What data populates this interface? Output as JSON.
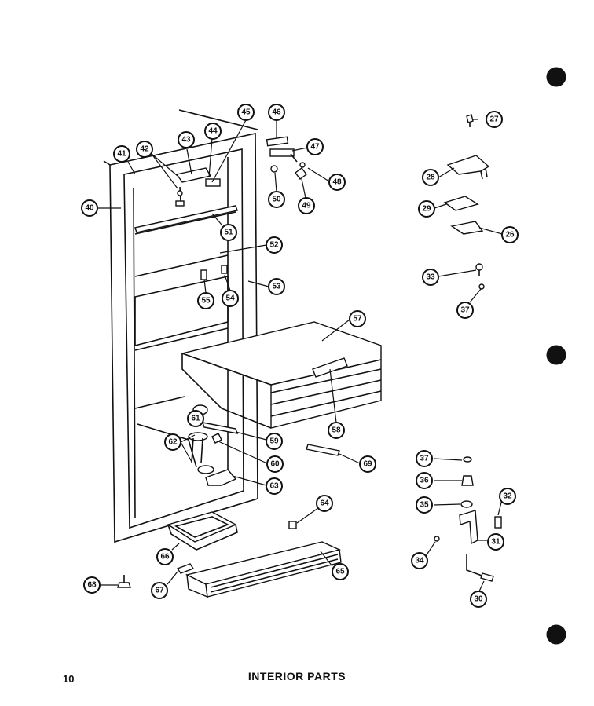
{
  "page": {
    "number": "10",
    "title": "INTERIOR PARTS"
  },
  "callouts": {
    "c26": "26",
    "c27": "27",
    "c28": "28",
    "c29": "29",
    "c30": "30",
    "c31": "31",
    "c32": "32",
    "c33": "33",
    "c34": "34",
    "c35": "35",
    "c36": "36",
    "c37a": "37",
    "c37b": "37",
    "c40": "40",
    "c41": "41",
    "c42": "42",
    "c43": "43",
    "c44": "44",
    "c45": "45",
    "c46": "46",
    "c47": "47",
    "c48": "48",
    "c49": "49",
    "c50": "50",
    "c51": "51",
    "c52": "52",
    "c53": "53",
    "c54": "54",
    "c55": "55",
    "c57": "57",
    "c58": "58",
    "c59": "59",
    "c60": "60",
    "c61": "61",
    "c62": "62",
    "c63": "63",
    "c64": "64",
    "c65": "65",
    "c66": "66",
    "c67": "67",
    "c68": "68",
    "c69": "69"
  }
}
